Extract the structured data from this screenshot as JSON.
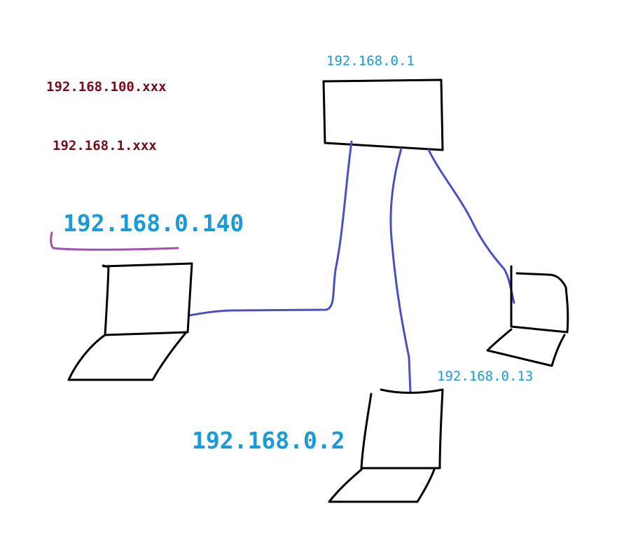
{
  "labels": {
    "router_ip": "192.168.0.1",
    "subnet_a": "192.168.100.xxx",
    "subnet_b": "192.168.1.xxx",
    "laptop_left_ip": "192.168.0.140",
    "laptop_right_ip": "192.168.0.13",
    "laptop_bottom_ip": "192.168.0.2"
  },
  "colors": {
    "label_blue": "#1a9ad6",
    "label_red": "#7a0a1a",
    "cable_blue": "#4a4fc4",
    "bracket_purple": "#a050b0",
    "device_stroke": "#000000"
  }
}
